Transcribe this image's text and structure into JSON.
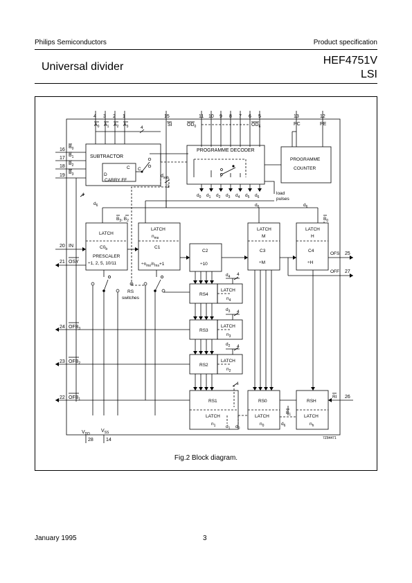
{
  "header": {
    "company": "Philips Semiconductors",
    "doc_type": "Product specification",
    "title": "Universal divider",
    "part_number": "HEF4751V",
    "part_family": "LSI"
  },
  "figure": {
    "caption": "Fig.2  Block diagram.",
    "code": "7Z84471"
  },
  "diagram": {
    "blocks": {
      "subtractor": "SUBTRACTOR",
      "carry_ff": "CARRY FF",
      "carry_d": "D",
      "carry_c": "C",
      "carry_c2": "C",
      "programme_decoder": "PROGRAMME DECODER",
      "programme_counter_1": "PROGRAMME",
      "programme_counter_2": "COUNTER",
      "latch": "LATCH",
      "prescaler": "PRESCALER",
      "c0b": "C0",
      "c0b_sub": "b",
      "prescaler_div": "÷1, 2, 5, 10/11",
      "c1": "C1",
      "nms": "n",
      "nms_sub": "ms",
      "c1_div": "÷n",
      "c1_div_tail": "/n",
      "c1_div_end": "+1",
      "c2": "C2",
      "c2_div": "÷10",
      "c3": "C3",
      "c3_m": "M",
      "c3_div": "÷M",
      "c4": "C4",
      "c4_h": "H",
      "c4_div": "÷H",
      "rs4": "RS4",
      "rs3": "RS3",
      "rs2": "RS2",
      "rs1": "RS1",
      "rs0": "RS0",
      "rsh": "RSH",
      "n": "n",
      "sub4": "4",
      "sub3": "3",
      "sub2": "2",
      "sub1": "1",
      "sub0": "0",
      "subh": "h",
      "rs_switches_1": "RS",
      "rs_switches_2": "switches"
    },
    "pins_top": [
      {
        "num": "4",
        "name": "A",
        "sub": "0"
      },
      {
        "num": "3",
        "name": "A",
        "sub": "1"
      },
      {
        "num": "2",
        "name": "A",
        "sub": "2"
      },
      {
        "num": "1",
        "name": "A",
        "sub": "3"
      },
      {
        "num": "15",
        "name": "SI",
        "sub": ""
      },
      {
        "num": "11",
        "name": "OD",
        "sub": "0"
      },
      {
        "num": "10",
        "name": "",
        "sub": ""
      },
      {
        "num": "9",
        "name": "",
        "sub": ""
      },
      {
        "num": "8",
        "name": "",
        "sub": ""
      },
      {
        "num": "7",
        "name": "",
        "sub": ""
      },
      {
        "num": "6",
        "name": "",
        "sub": ""
      },
      {
        "num": "5",
        "name": "OD",
        "sub": "6"
      },
      {
        "num": "13",
        "name": "PC",
        "sub": ""
      },
      {
        "num": "12",
        "name": "PE",
        "sub": ""
      }
    ],
    "pins_left": [
      {
        "num": "16",
        "name": "B",
        "sub": "0"
      },
      {
        "num": "17",
        "name": "B",
        "sub": "1"
      },
      {
        "num": "18",
        "name": "B",
        "sub": "2"
      },
      {
        "num": "19",
        "name": "B",
        "sub": "3"
      },
      {
        "num": "20",
        "name": "IN",
        "sub": ""
      },
      {
        "num": "21",
        "name": "OSY",
        "sub": ""
      },
      {
        "num": "24",
        "name": "OFB",
        "sub": "3"
      },
      {
        "num": "23",
        "name": "OFB",
        "sub": "2"
      },
      {
        "num": "22",
        "name": "OFB",
        "sub": "1"
      }
    ],
    "pins_right": [
      {
        "num": "25",
        "name": "OFS"
      },
      {
        "num": "27",
        "name": "OFF"
      },
      {
        "num": "26",
        "name": "RI"
      }
    ],
    "supply": {
      "vdd": "V",
      "vdd_sub": "DD",
      "vdd_pin": "28",
      "vss": "V",
      "vss_sub": "SS",
      "vss_pin": "14"
    },
    "signals": {
      "d": "d",
      "dsub": "sub",
      "b": "B",
      "four": "4",
      "two": "2",
      "load_1": "load",
      "load_2": "pulses",
      "d_outputs": [
        "0",
        "1",
        "2",
        "3",
        "4",
        "5",
        "6"
      ],
      "six": "6",
      "b3b2_sep": ", ",
      "b3": "3",
      "b2": "2",
      "b0": "0",
      "b1": "1"
    }
  },
  "footer": {
    "date": "January 1995",
    "page": "3"
  }
}
